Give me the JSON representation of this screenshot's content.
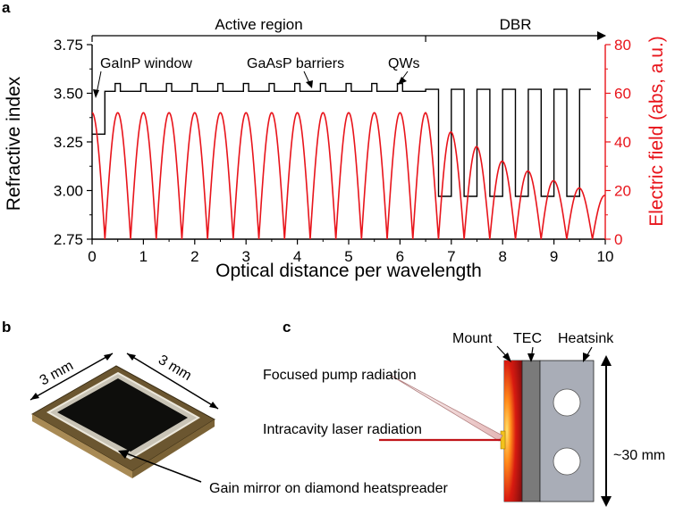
{
  "panels": {
    "a": "a",
    "b": "b",
    "c": "c"
  },
  "chart_data": {
    "type": "line",
    "xlabel": "Optical distance per wavelength",
    "ylabel": "Refractive index",
    "y2label": "Electric field (abs, a.u.)",
    "xlim": [
      0,
      10
    ],
    "ylim": [
      2.75,
      3.75
    ],
    "y2lim": [
      0,
      80
    ],
    "x_ticks": [
      "0",
      "1",
      "2",
      "3",
      "4",
      "5",
      "6",
      "7",
      "8",
      "9",
      "10"
    ],
    "y_ticks": [
      "2.75",
      "3.00",
      "3.25",
      "3.50",
      "3.75"
    ],
    "y2_ticks": [
      "0",
      "20",
      "40",
      "60",
      "80"
    ],
    "regions": [
      "Active region",
      "DBR"
    ],
    "region_boundary_x": 6.5,
    "annotations": [
      "GaInP window",
      "GaAsP barriers",
      "QWs"
    ],
    "index_profile": {
      "window": {
        "x_end": 0.25,
        "value": 3.29
      },
      "active_base": 3.51,
      "qw_value": 3.55,
      "qw_positions": [
        0.5,
        1.0,
        1.5,
        2.0,
        2.5,
        3.0,
        3.5,
        4.0,
        4.5,
        5.0,
        5.5,
        6.0
      ],
      "dbr_high": 3.52,
      "dbr_low": 2.97,
      "dbr_period": 0.5,
      "dbr_end": 9.72
    },
    "series": [
      {
        "values_description_free": true,
        "field_peaks": [
          [
            0.0,
            52
          ],
          [
            0.5,
            52
          ],
          [
            1.0,
            52
          ],
          [
            1.5,
            52
          ],
          [
            2.0,
            52
          ],
          [
            2.5,
            52
          ],
          [
            3.0,
            52
          ],
          [
            3.5,
            52
          ],
          [
            4.0,
            52
          ],
          [
            4.5,
            52
          ],
          [
            5.0,
            52
          ],
          [
            5.5,
            52
          ],
          [
            6.0,
            52
          ],
          [
            6.5,
            52
          ],
          [
            7.0,
            44
          ],
          [
            7.5,
            38
          ],
          [
            8.0,
            32
          ],
          [
            8.5,
            28
          ],
          [
            9.0,
            24
          ],
          [
            9.5,
            21
          ],
          [
            10.0,
            18
          ]
        ]
      }
    ],
    "colors": {
      "index": "#000000",
      "field": "#e8141b"
    }
  },
  "panel_b": {
    "dim_left": "3 mm",
    "dim_right": "3 mm",
    "caption": "Gain mirror on diamond heatspreader"
  },
  "panel_c": {
    "labels": {
      "mount": "Mount",
      "tec": "TEC",
      "heatsink": "Heatsink",
      "pump": "Focused pump radiation",
      "laser": "Intracavity laser radiation",
      "size": "~30 mm"
    },
    "colors": {
      "mount": "#8b0e0e",
      "tec": "#7a7a7a",
      "heatsink": "#a9adb7",
      "beam": "#c0141a"
    }
  }
}
